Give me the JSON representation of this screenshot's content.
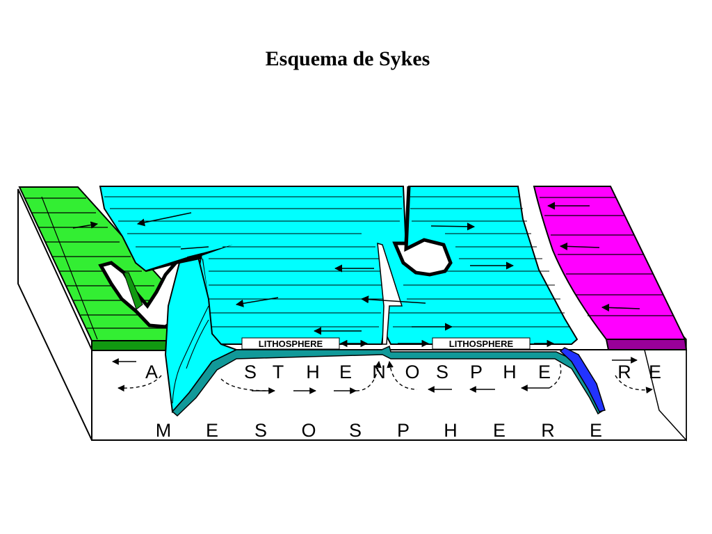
{
  "title": "Esquema de Sykes",
  "labels": {
    "lithosphere_left": "LITHOSPHERE",
    "lithosphere_right": "LITHOSPHERE",
    "asthenosphere": [
      "A",
      "S",
      "T",
      "H",
      "E",
      "N",
      "O",
      "S",
      "P",
      "H",
      "E",
      "R",
      "E"
    ],
    "mesosphere": [
      "M",
      "E",
      "S",
      "O",
      "S",
      "P",
      "H",
      "E",
      "R",
      "E"
    ]
  },
  "colors": {
    "left_continent": "#33ee33",
    "left_continent_edge": "#119911",
    "oceanic_plate": "#00ffff",
    "oceanic_plate_edge": "#119999",
    "right_continent": "#ff00ff",
    "right_continent_edge": "#990099",
    "subducting_slab": "#2233ff",
    "block": "#ffffff",
    "outline": "#000000"
  }
}
